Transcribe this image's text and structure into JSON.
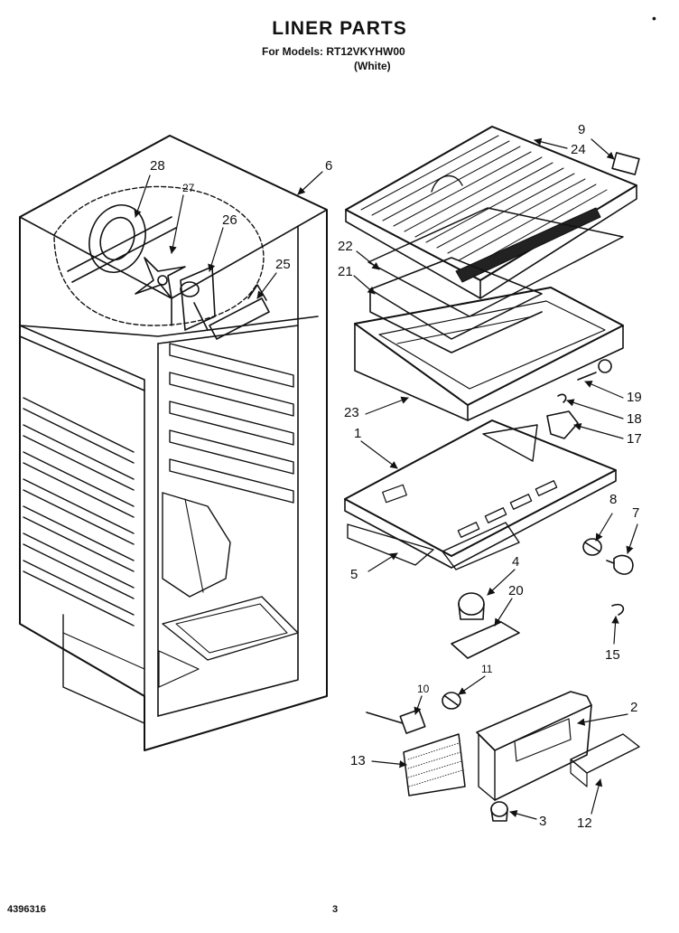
{
  "header": {
    "title": "LINER PARTS",
    "models": "For Models: RT12VKYHW00",
    "variant": "(White)"
  },
  "footer": {
    "doc_number": "4396316",
    "page": "3"
  },
  "corner_mark": "•",
  "part_numbers": {
    "p1": "1",
    "p2": "2",
    "p3": "3",
    "p4": "4",
    "p5": "5",
    "p6": "6",
    "p7": "7",
    "p8": "8",
    "p9": "9",
    "p10": "10",
    "p11": "11",
    "p12": "12",
    "p13": "13",
    "p15": "15",
    "p17": "17",
    "p18": "18",
    "p19": "19",
    "p20": "20",
    "p21": "21",
    "p22": "22",
    "p23": "23",
    "p24": "24",
    "p25": "25",
    "p26": "26",
    "p27": "27",
    "p28": "28"
  }
}
